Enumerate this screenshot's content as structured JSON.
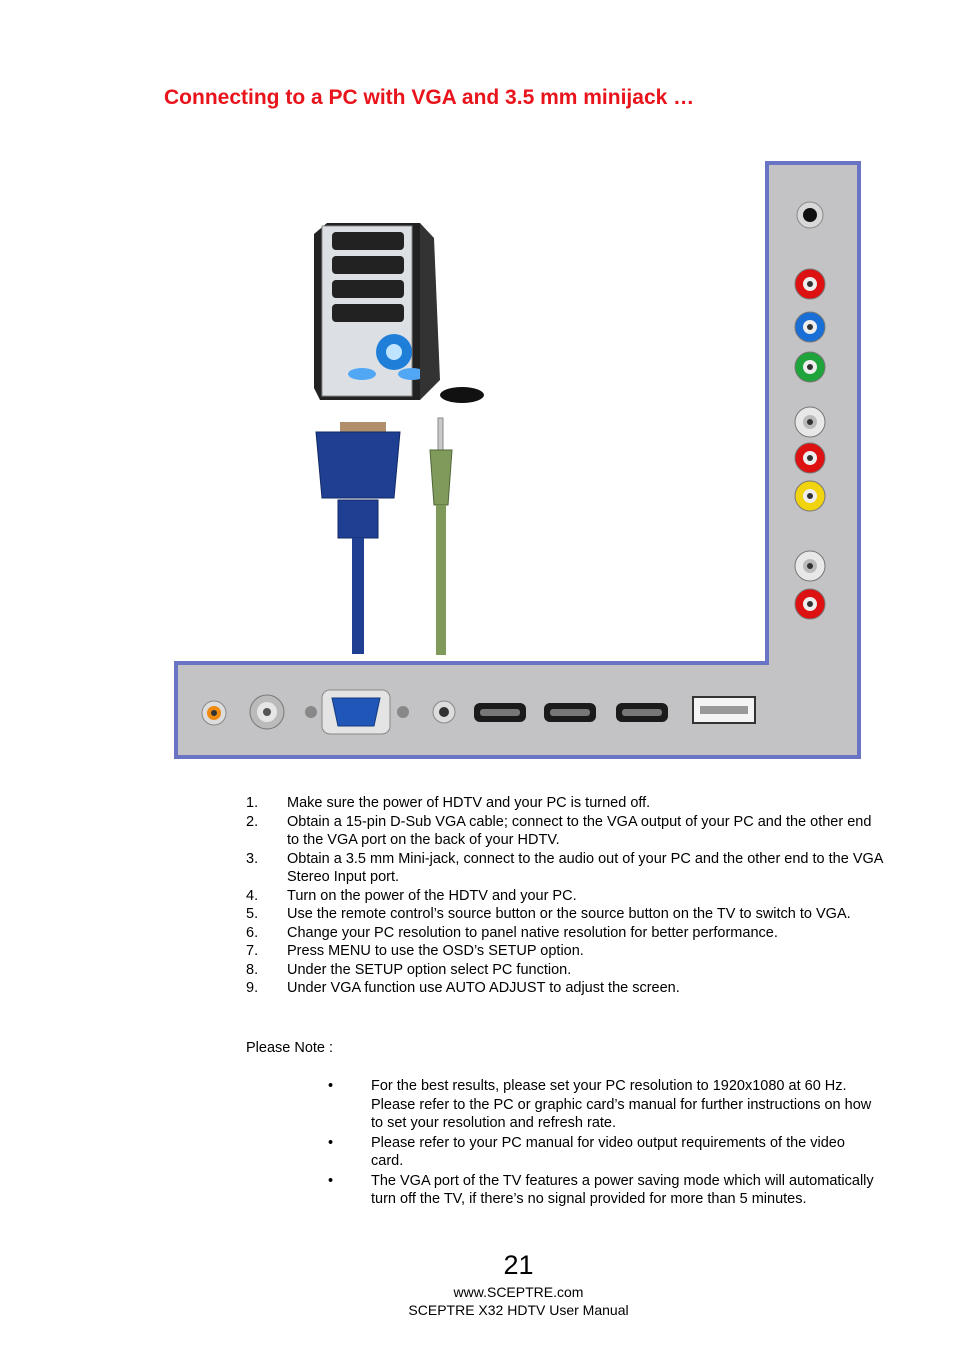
{
  "page": {
    "title": "Connecting to a PC with VGA and 3.5 mm minijack …",
    "steps": [
      {
        "num": "1.",
        "text": "Make sure the power of HDTV and your PC is turned off."
      },
      {
        "num": "2.",
        "text": "Obtain a 15-pin D-Sub VGA cable; connect to the VGA output of your PC and the other end to the VGA port on the back of your HDTV."
      },
      {
        "num": "3.",
        "text": "Obtain a 3.5 mm Mini-jack, connect to the audio out of your PC and the other end to the VGA Stereo Input port."
      },
      {
        "num": "4.",
        "text": "Turn on the power of the HDTV and your PC."
      },
      {
        "num": "5.",
        "text": "Use the remote control’s source button or the source button on the TV to switch to VGA."
      },
      {
        "num": "6.",
        "text": "Change your PC resolution to panel native resolution for better performance."
      },
      {
        "num": "7.",
        "text": "Press MENU to use the OSD’s SETUP option."
      },
      {
        "num": "8.",
        "text": "Under the SETUP option select PC function."
      },
      {
        "num": "9.",
        "text": "Under VGA function use AUTO ADJUST to adjust the screen."
      }
    ],
    "note_label": "Please Note :",
    "notes": [
      "For the best results, please set your PC resolution to 1920x1080 at 60 Hz.  Please refer to the PC or graphic card’s manual for further instructions on how to set your resolution and refresh rate.",
      "Please refer to your PC manual for video output requirements of the video card.",
      "The VGA port of the TV features a power saving mode which will automatically turn off the TV, if there’s no signal provided for more than 5 minutes."
    ],
    "bullet_symbol": "•",
    "page_number": "21",
    "footer_url": "www.SCEPTRE.com",
    "footer_manual": "SCEPTRE X32 HDTV User Manual"
  },
  "colors": {
    "title": "#e8131b",
    "panel": "#c3c3c5",
    "panel_border": "#6a74c4",
    "vga_cable": "#1f3f93",
    "audio_cable": "#7f9a5b"
  }
}
